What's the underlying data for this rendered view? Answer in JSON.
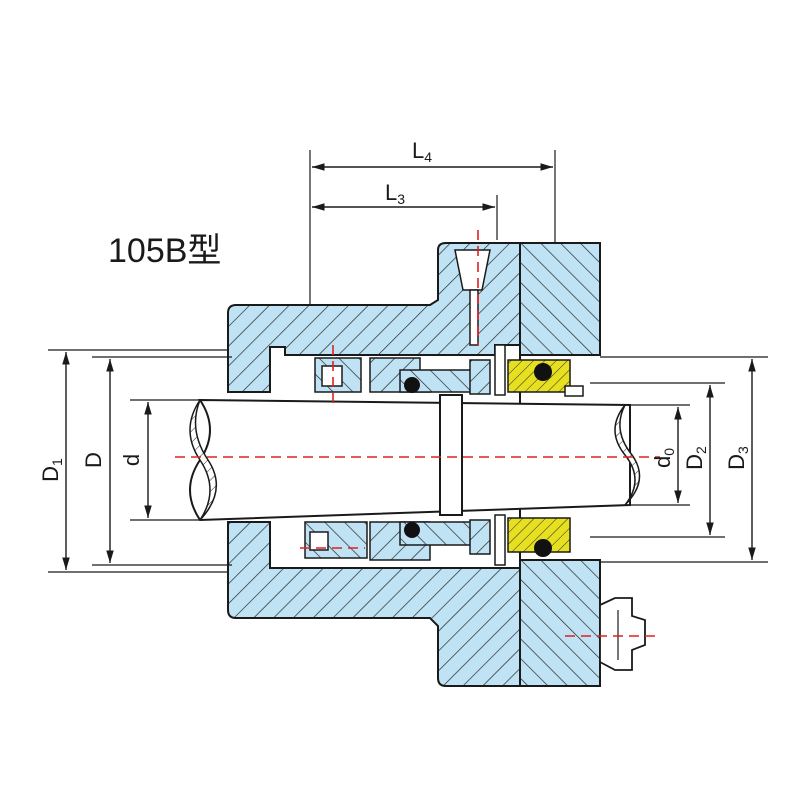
{
  "title": "105B型",
  "dimensions": {
    "L4": {
      "main": "L",
      "sub": "4"
    },
    "L3": {
      "main": "L",
      "sub": "3"
    },
    "D1": {
      "main": "D",
      "sub": "1"
    },
    "D": {
      "main": "D",
      "sub": ""
    },
    "d": {
      "main": "d",
      "sub": ""
    },
    "d0": {
      "main": "d",
      "sub": "0"
    },
    "D2": {
      "main": "D",
      "sub": "2"
    },
    "D3": {
      "main": "D",
      "sub": "3"
    }
  },
  "colors": {
    "housing": "#bfe3f4",
    "shaft": "#ffffff",
    "seal_ring": "#e6e020",
    "outline": "#1a1a1a",
    "centerline": "#e02020"
  }
}
